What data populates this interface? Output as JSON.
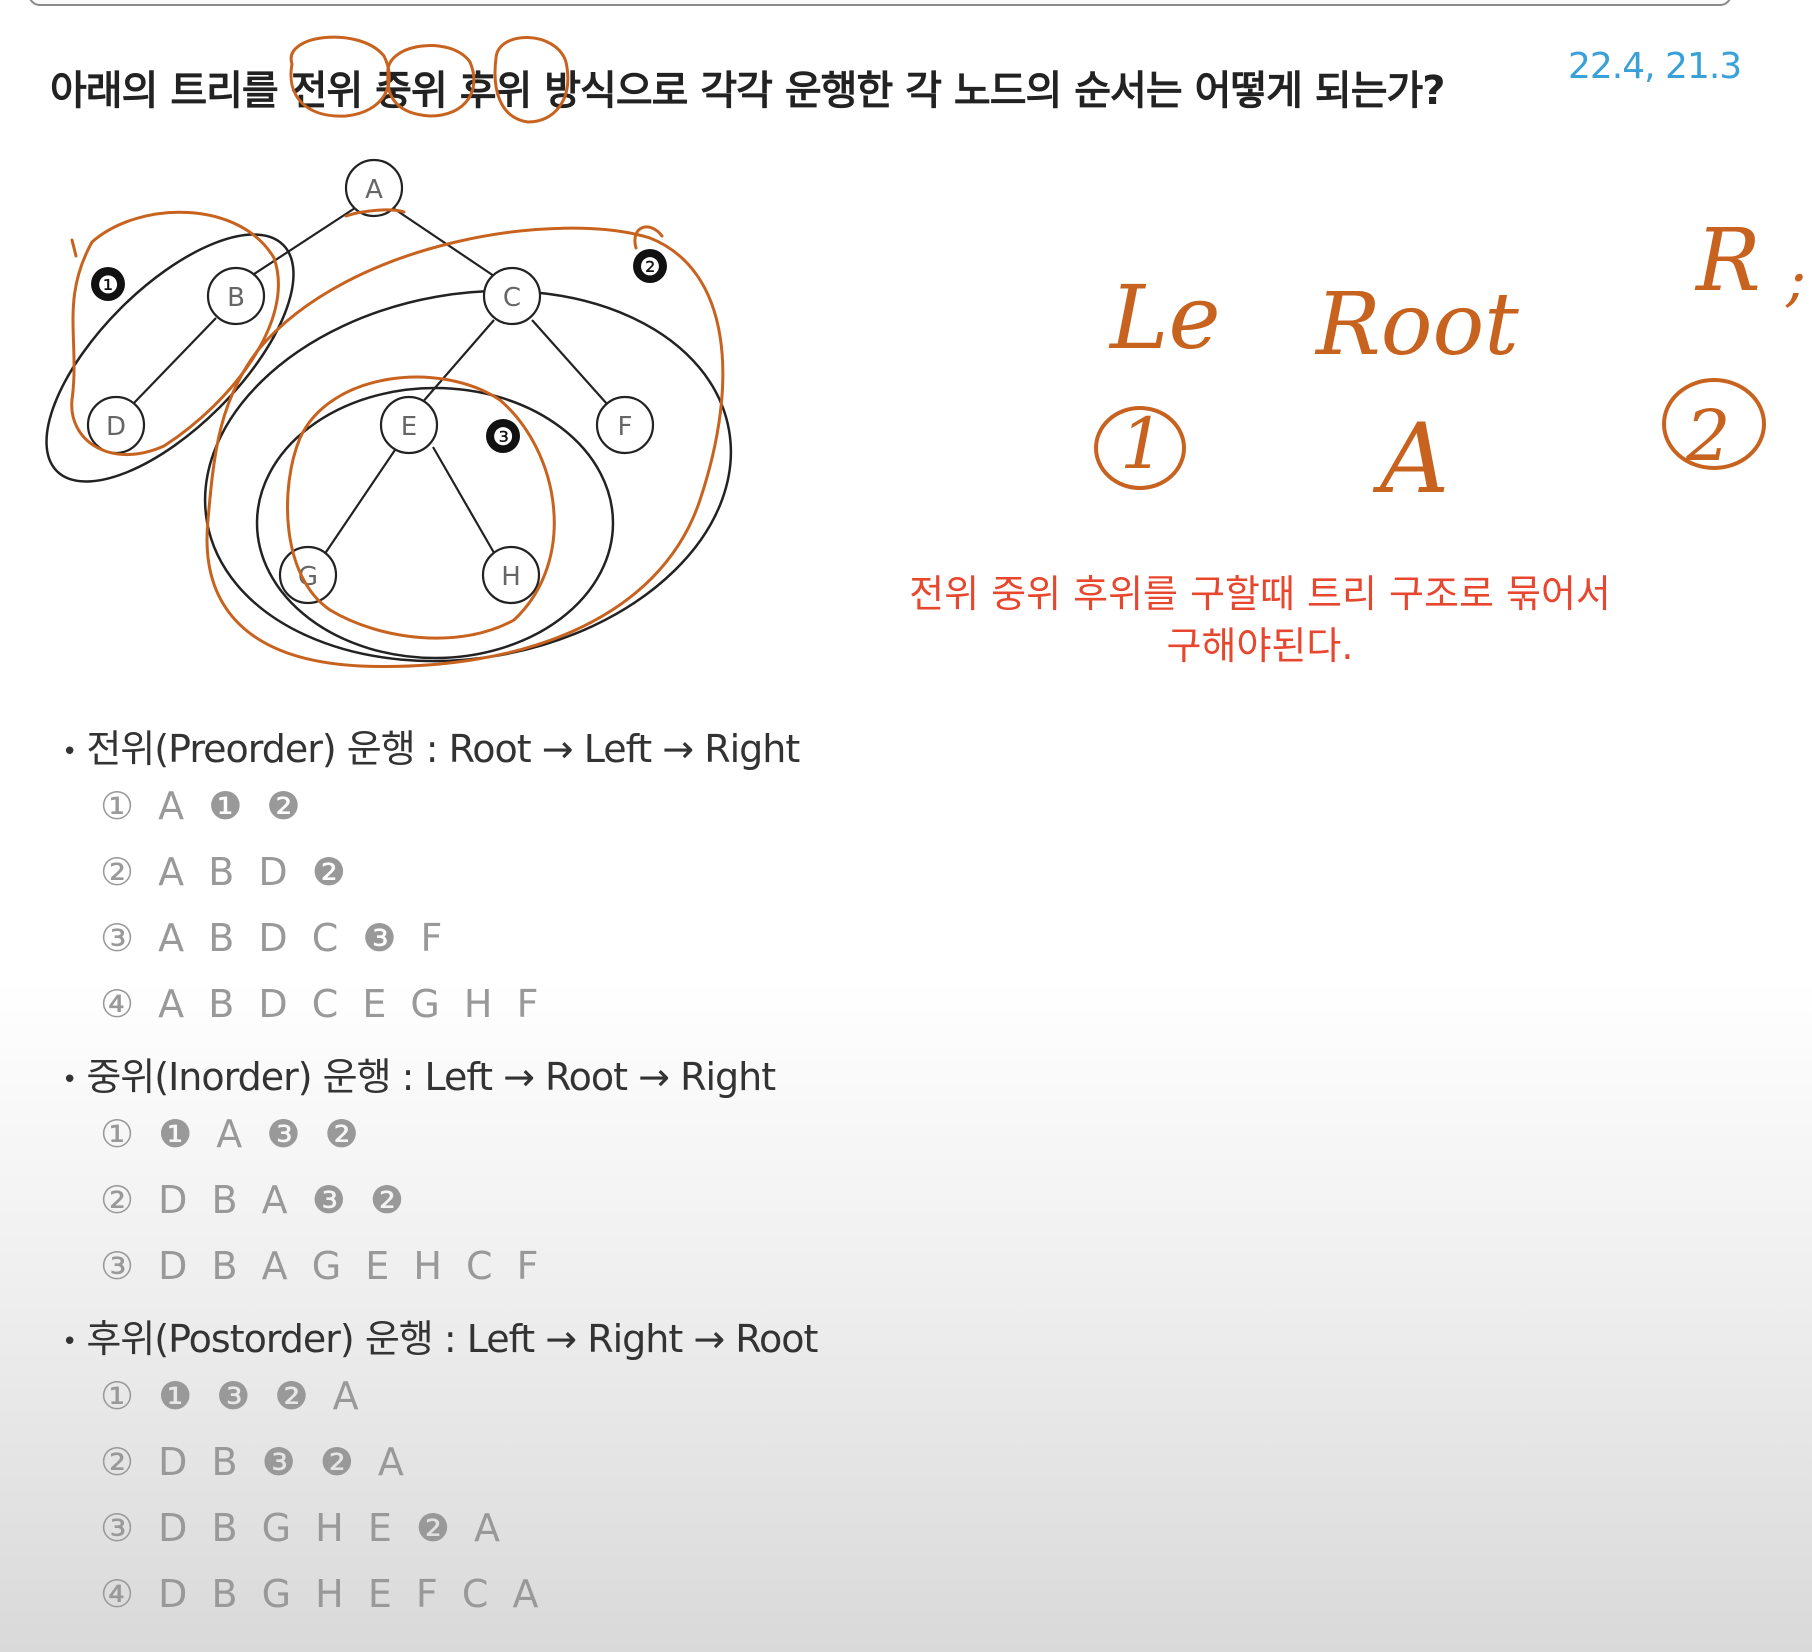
{
  "question": {
    "text": "아래의 트리를 전위 중위 후위 방식으로 각각 운행한 각 노드의 순서는 어떻게 되는가?",
    "year_tag": "22.4, 21.3"
  },
  "tree": {
    "nodes": [
      "A",
      "B",
      "C",
      "D",
      "E",
      "F",
      "G",
      "H"
    ],
    "edges": [
      [
        "A",
        "B"
      ],
      [
        "A",
        "C"
      ],
      [
        "B",
        "D"
      ],
      [
        "C",
        "E"
      ],
      [
        "C",
        "F"
      ],
      [
        "E",
        "G"
      ],
      [
        "E",
        "H"
      ]
    ],
    "group_markers": [
      "❶",
      "❷",
      "❸"
    ],
    "annotation_color": "#c8621f"
  },
  "handwriting": {
    "left_label": "Le",
    "root_label": "Root",
    "right_label": "R",
    "tail_mark": ";",
    "circle_one": "1",
    "under_root": "A",
    "circle_two": "2"
  },
  "note": {
    "line1": "전위 중위 후위를 구할때 트리 구조로 묶어서",
    "line2": "구해야된다.",
    "color": "#e8472f"
  },
  "sections": [
    {
      "bullet": "•",
      "title": "전위(Preorder) 운행 : Root → Left → Right",
      "steps": [
        "① A ❶ ❷",
        "② A B D ❷",
        "③ A B D C ❸ F",
        "④ A B D C E G H F"
      ]
    },
    {
      "bullet": "•",
      "title": "중위(Inorder) 운행 : Left → Root → Right",
      "steps": [
        "① ❶ A ❸ ❷",
        "② D B A ❸ ❷",
        "③ D B A G E H C F"
      ]
    },
    {
      "bullet": "•",
      "title": "후위(Postorder) 운행 : Left → Right → Root",
      "steps": [
        "① ❶ ❸ ❷ A",
        "② D B ❸ ❷ A",
        "③ D B G H E ❷ A",
        "④ D B G H E F C A"
      ]
    }
  ]
}
